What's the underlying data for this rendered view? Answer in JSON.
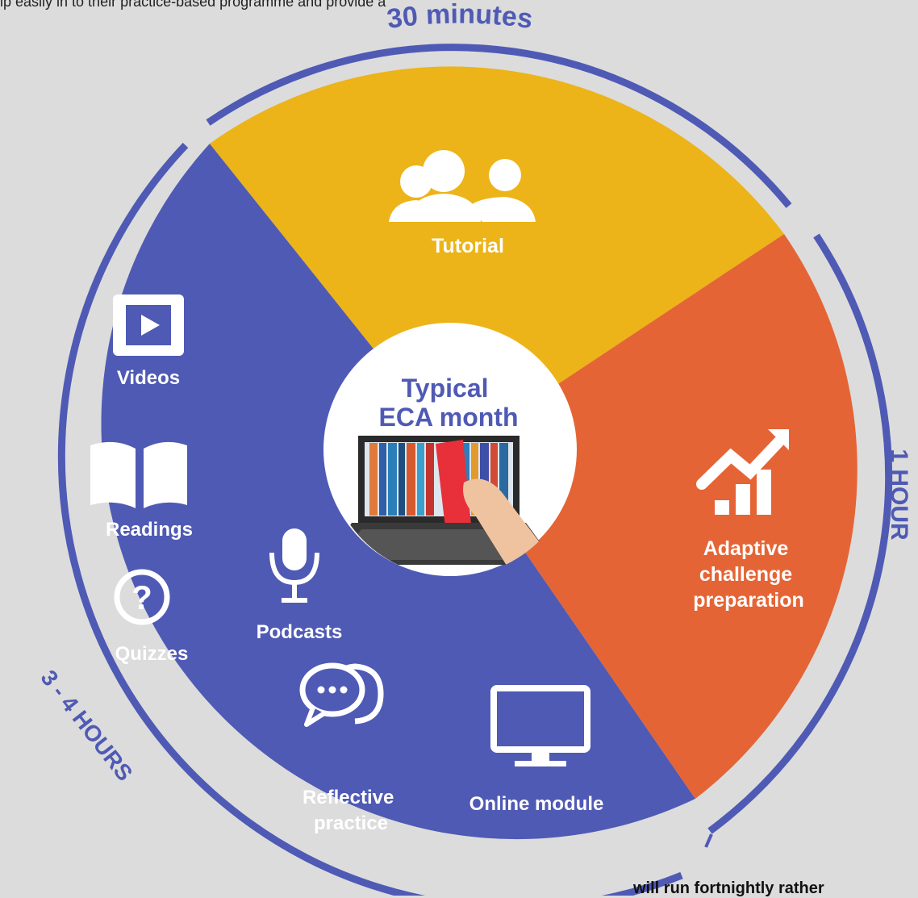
{
  "header_caption": "ip easily in to their practice-based programme and provide a",
  "footer_caption": "will run fortnightly rather",
  "center": {
    "line1": "Typical",
    "line2": "ECA month"
  },
  "durations": {
    "top": "30 minutes",
    "right": "1 HOUR",
    "left": "3 - 4 HOURS"
  },
  "segments": {
    "tutorial": {
      "label": "Tutorial",
      "icon": "people-group-icon",
      "color": "#ecb418"
    },
    "adaptive": {
      "lines": [
        "Adaptive",
        "challenge",
        "preparation"
      ],
      "icon": "growth-chart-icon",
      "color": "#e56435"
    },
    "self_study": {
      "color": "#4f5ab5",
      "items": {
        "videos": {
          "label": "Videos",
          "icon": "video-icon"
        },
        "readings": {
          "label": "Readings",
          "icon": "open-book-icon"
        },
        "quizzes": {
          "label": "Quizzes",
          "icon": "question-circle-icon"
        },
        "podcasts": {
          "label": "Podcasts",
          "icon": "microphone-icon"
        },
        "reflective": {
          "lines": [
            "Reflective",
            "practice"
          ],
          "icon": "chat-bubbles-icon"
        },
        "online_module": {
          "label": "Online module",
          "icon": "monitor-icon"
        }
      }
    }
  },
  "ring_color": "#4f5ab5",
  "background": "#dcdcdc"
}
